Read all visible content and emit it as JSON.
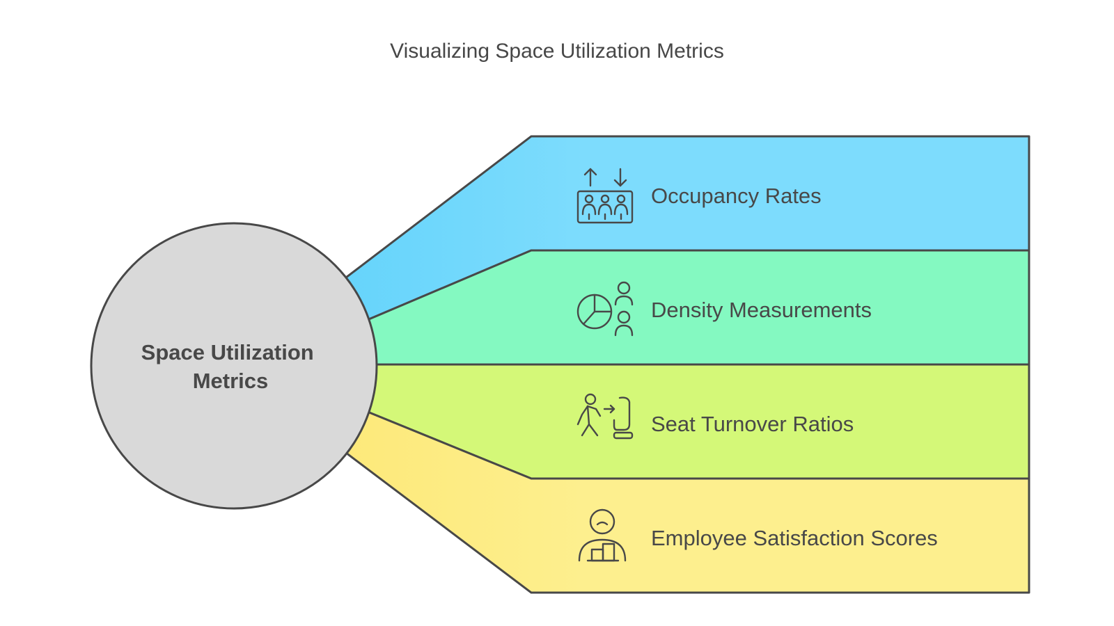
{
  "title": "Visualizing Space Utilization Metrics",
  "center": {
    "label_line1": "Space Utilization",
    "label_line2": "Metrics",
    "fill": "#d9d9d9"
  },
  "metrics": [
    {
      "label": "Occupancy Rates",
      "icon": "elevator-people-icon",
      "color": "#7ddcfd",
      "accent": "#66d4fb"
    },
    {
      "label": "Density Measurements",
      "icon": "pie-chart-people-icon",
      "color": "#84f9c1",
      "accent": "#6ff2b4"
    },
    {
      "label": "Seat Turnover Ratios",
      "icon": "person-walking-to-seat-icon",
      "color": "#d4f878",
      "accent": "#c9f265"
    },
    {
      "label": "Employee Satisfaction Scores",
      "icon": "person-podium-icon",
      "color": "#fdef8e",
      "accent": "#fde97a"
    }
  ],
  "colors": {
    "stroke": "#484848",
    "text": "#484848"
  }
}
